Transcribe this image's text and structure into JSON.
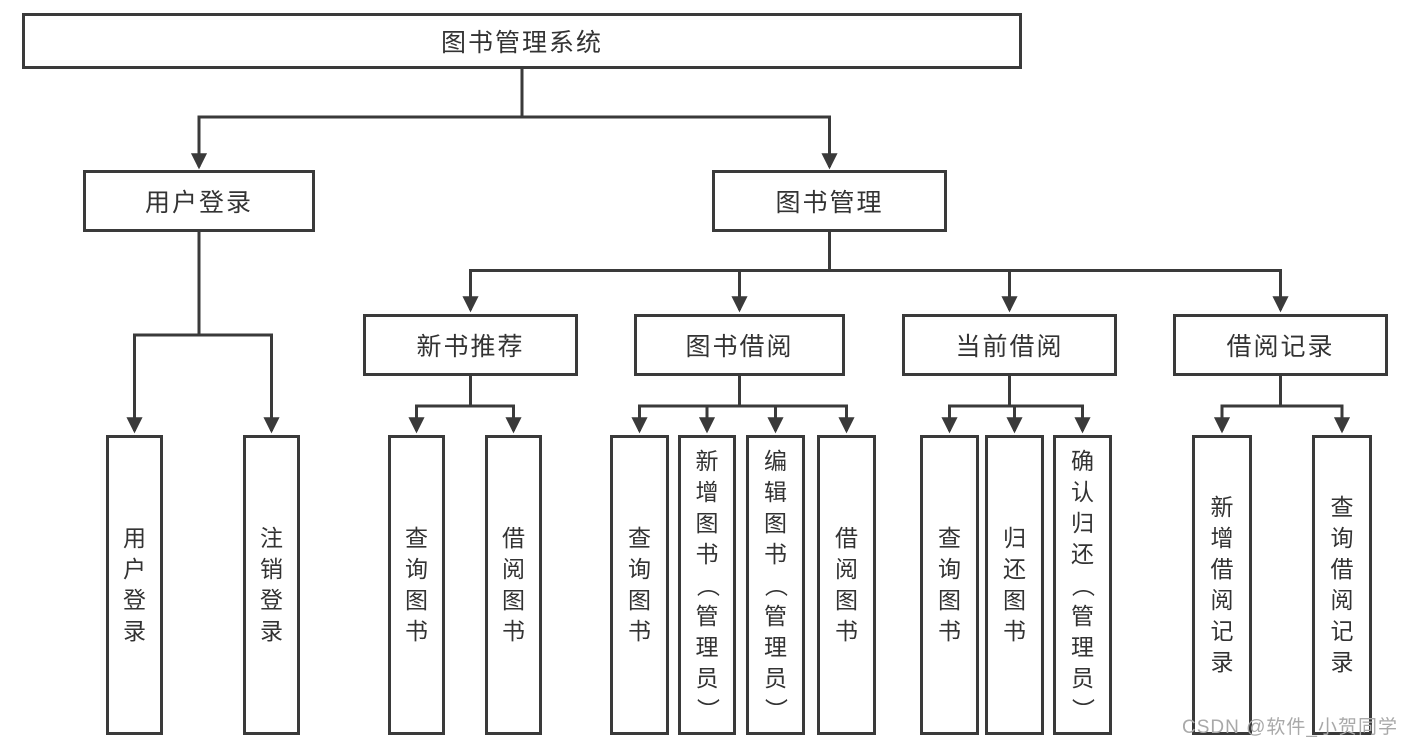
{
  "colors": {
    "line": "#3a3a3a",
    "box_border": "#3a3a3a",
    "text": "#333333",
    "watermark_text": "#a9a9a9",
    "background": "#ffffff"
  },
  "tree": {
    "root": {
      "label": "图书管理系统",
      "children": [
        {
          "label": "用户登录",
          "children": [
            {
              "label": "用户登录"
            },
            {
              "label": "注销登录"
            }
          ]
        },
        {
          "label": "图书管理",
          "children": [
            {
              "label": "新书推荐",
              "children": [
                {
                  "label": "查询图书"
                },
                {
                  "label": "借阅图书"
                }
              ]
            },
            {
              "label": "图书借阅",
              "children": [
                {
                  "label": "查询图书"
                },
                {
                  "label": "新增图书（管理员）"
                },
                {
                  "label": "编辑图书（管理员）"
                },
                {
                  "label": "借阅图书"
                }
              ]
            },
            {
              "label": "当前借阅",
              "children": [
                {
                  "label": "查询图书"
                },
                {
                  "label": "归还图书"
                },
                {
                  "label": "确认归还（管理员）"
                }
              ]
            },
            {
              "label": "借阅记录",
              "children": [
                {
                  "label": "新增借阅记录"
                },
                {
                  "label": "查询借阅记录"
                }
              ]
            }
          ]
        }
      ]
    }
  },
  "watermark": {
    "text": "CSDN @软件_小贺同学"
  }
}
